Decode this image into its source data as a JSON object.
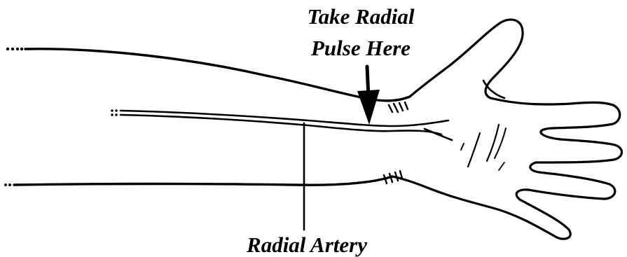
{
  "callouts": {
    "pulse_site": {
      "line1": "Take Radial",
      "line2": "Pulse Here"
    },
    "artery": "Radial Artery"
  },
  "colors": {
    "ink": "#000000",
    "background": "#ffffff"
  }
}
